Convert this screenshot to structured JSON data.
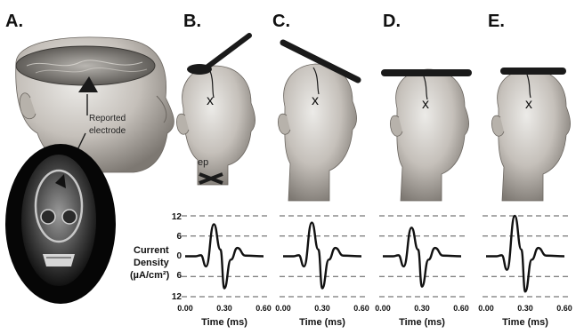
{
  "panels": [
    {
      "letter": "A."
    },
    {
      "letter": "B.",
      "ep_label": "ep",
      "x_mark": "x"
    },
    {
      "letter": "C.",
      "x_mark": "x"
    },
    {
      "letter": "D.",
      "x_mark": "x"
    },
    {
      "letter": "E.",
      "x_mark": "x"
    }
  ],
  "annotation": {
    "line1": "Reported",
    "line2": "electrode"
  },
  "axis": {
    "ylabel_line1": "Current",
    "ylabel_line2": "Density",
    "ylabel_line3": "(µA/cm²)",
    "yticks": [
      "12",
      "6",
      "0",
      "6",
      "12"
    ],
    "xticks": [
      "0.00",
      "0.30",
      "0.60"
    ],
    "xlabel": "Time (ms)"
  },
  "chart_data": {
    "type": "line",
    "xlabel": "Time (ms)",
    "ylabel": "Current Density (µA/cm²)",
    "xlim": [
      0,
      0.6
    ],
    "ylim": [
      -12,
      12
    ],
    "series": [
      {
        "x": [
          0.0,
          0.08,
          0.12,
          0.16,
          0.22,
          0.27,
          0.3,
          0.35,
          0.4,
          0.46,
          0.6
        ],
        "y": [
          0,
          0,
          0.3,
          -2,
          8,
          3,
          -10,
          -1,
          2.5,
          0.2,
          0
        ]
      },
      {
        "x": [
          0.0,
          0.08,
          0.12,
          0.16,
          0.22,
          0.27,
          0.3,
          0.35,
          0.4,
          0.46,
          0.6
        ],
        "y": [
          0,
          0,
          0.3,
          -3,
          9.5,
          2,
          -9.5,
          -1,
          2.5,
          0.2,
          0
        ]
      },
      {
        "x": [
          0.0,
          0.08,
          0.12,
          0.16,
          0.22,
          0.27,
          0.3,
          0.35,
          0.4,
          0.46,
          0.6
        ],
        "y": [
          0,
          0,
          0.3,
          -3,
          10,
          2,
          -9.5,
          -1,
          2.5,
          0.2,
          0
        ]
      },
      {
        "x": [
          0.0,
          0.08,
          0.12,
          0.16,
          0.22,
          0.27,
          0.3,
          0.35,
          0.4,
          0.46,
          0.6
        ],
        "y": [
          0,
          0,
          0.3,
          -3,
          8.5,
          2,
          -9,
          -1,
          2.5,
          0.2,
          0
        ]
      },
      {
        "x": [
          0.0,
          0.08,
          0.12,
          0.16,
          0.22,
          0.27,
          0.3,
          0.35,
          0.4,
          0.46,
          0.6
        ],
        "y": [
          0,
          0,
          0.3,
          -4,
          12,
          2,
          -10.5,
          -1,
          2.5,
          0.2,
          0
        ]
      }
    ]
  },
  "colors": {
    "ink": "#111111",
    "skin": "#c9c3bd",
    "dash": "#555555"
  }
}
